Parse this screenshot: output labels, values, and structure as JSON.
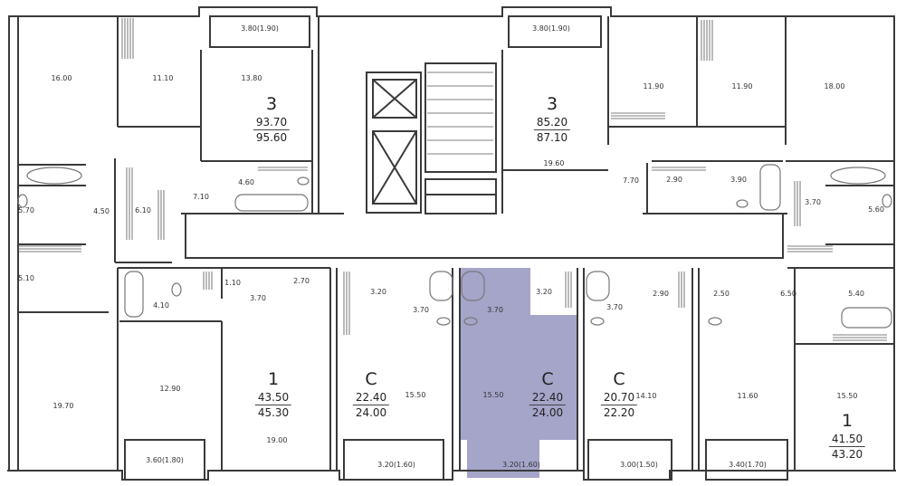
{
  "colors": {
    "wall": "#3a3a3a",
    "highlight": "#a5a4c9",
    "fixture": "#777777"
  },
  "rooms": [
    {
      "id": "r1",
      "label": "16.00"
    },
    {
      "id": "r2",
      "label": "11.10"
    },
    {
      "id": "r3",
      "label": "3.80(1.90)"
    },
    {
      "id": "r4",
      "label": "13.80"
    },
    {
      "id": "r5",
      "label": "4.60"
    },
    {
      "id": "r6",
      "label": "7.10"
    },
    {
      "id": "r7",
      "label": "6.10"
    },
    {
      "id": "r8",
      "label": "4.50"
    },
    {
      "id": "r9",
      "label": "5.70"
    },
    {
      "id": "r10",
      "label": "5.10"
    },
    {
      "id": "r11",
      "label": "19.70"
    },
    {
      "id": "r12",
      "label": "4.10"
    },
    {
      "id": "r13",
      "label": "1.10"
    },
    {
      "id": "r14",
      "label": "3.70"
    },
    {
      "id": "r15",
      "label": "2.70"
    },
    {
      "id": "r16",
      "label": "12.90"
    },
    {
      "id": "r17",
      "label": "19.00"
    },
    {
      "id": "r18",
      "label": "3.60(1.80)"
    },
    {
      "id": "r19",
      "label": "3.20"
    },
    {
      "id": "r20",
      "label": "3.70"
    },
    {
      "id": "r21",
      "label": "15.50"
    },
    {
      "id": "r22",
      "label": "3.20(1.60)"
    },
    {
      "id": "r23",
      "label": "3.70"
    },
    {
      "id": "r24",
      "label": "3.20"
    },
    {
      "id": "r25",
      "label": "15.50"
    },
    {
      "id": "r26",
      "label": "3.20(1.60)"
    },
    {
      "id": "r27",
      "label": "3.80(1.90)"
    },
    {
      "id": "r28",
      "label": "19.60"
    },
    {
      "id": "r29",
      "label": "3.70"
    },
    {
      "id": "r30",
      "label": "2.90"
    },
    {
      "id": "r31",
      "label": "14.10"
    },
    {
      "id": "r32",
      "label": "3.00(1.50)"
    },
    {
      "id": "r33",
      "label": "11.90"
    },
    {
      "id": "r34",
      "label": "11.90"
    },
    {
      "id": "r35",
      "label": "18.00"
    },
    {
      "id": "r36",
      "label": "7.70"
    },
    {
      "id": "r37",
      "label": "2.90"
    },
    {
      "id": "r38",
      "label": "3.90"
    },
    {
      "id": "r39",
      "label": "3.70"
    },
    {
      "id": "r40",
      "label": "5.60"
    },
    {
      "id": "r41",
      "label": "2.50"
    },
    {
      "id": "r42",
      "label": "6.50"
    },
    {
      "id": "r43",
      "label": "5.40"
    },
    {
      "id": "r44",
      "label": "11.60"
    },
    {
      "id": "r45",
      "label": "3.40(1.70)"
    },
    {
      "id": "r46",
      "label": "15.50"
    }
  ],
  "units": [
    {
      "id": "u1",
      "rooms": "3",
      "area_total": "93.70",
      "area_full": "95.60"
    },
    {
      "id": "u2",
      "rooms": "1",
      "area_total": "43.50",
      "area_full": "45.30"
    },
    {
      "id": "u3",
      "rooms": "C",
      "area_total": "22.40",
      "area_full": "24.00"
    },
    {
      "id": "u4",
      "rooms": "C",
      "area_total": "22.40",
      "area_full": "24.00",
      "highlighted": true
    },
    {
      "id": "u5",
      "rooms": "3",
      "area_total": "85.20",
      "area_full": "87.10"
    },
    {
      "id": "u6",
      "rooms": "C",
      "area_total": "20.70",
      "area_full": "22.20"
    },
    {
      "id": "u7",
      "rooms": "1",
      "area_total": "41.50",
      "area_full": "43.20"
    }
  ]
}
